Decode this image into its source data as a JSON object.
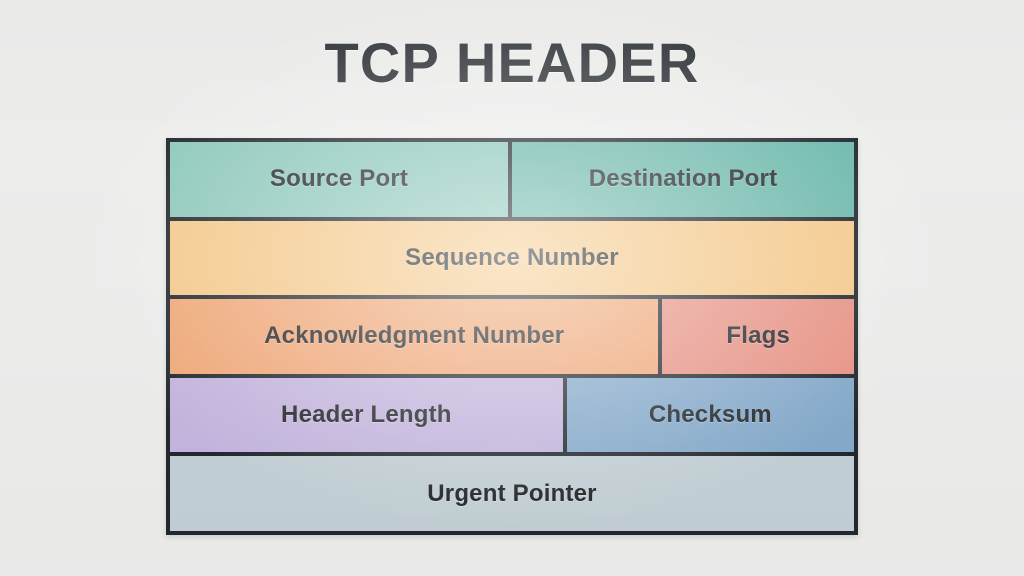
{
  "page": {
    "background_color": "#ededec",
    "title": "TCP HEADER",
    "title_color": "#33383c"
  },
  "diagram": {
    "border_color": "#22282e",
    "rows": [
      {
        "name": "ports-row",
        "cells": [
          {
            "label": "Source Port",
            "color": "#8ec8bc",
            "width_percent": 50
          },
          {
            "label": "Destination Port",
            "color": "#6db8ab",
            "width_percent": 50
          }
        ]
      },
      {
        "name": "sequence-row",
        "cells": [
          {
            "label": "Sequence Number",
            "color": "#f5c98a",
            "width_percent": 100
          }
        ]
      },
      {
        "name": "acknowledgment-row",
        "cells": [
          {
            "label": "Acknowledgment Number",
            "color": "#f0a878",
            "width_percent": 72
          },
          {
            "label": "Flags",
            "color": "#e89385",
            "width_percent": 28
          }
        ]
      },
      {
        "name": "header-length-row",
        "cells": [
          {
            "label": "Header Length",
            "color": "#c4b5de",
            "width_percent": 58
          },
          {
            "label": "Checksum",
            "color": "#85aacb",
            "width_percent": 42
          }
        ]
      },
      {
        "name": "urgent-pointer-row",
        "cells": [
          {
            "label": "Urgent Pointer",
            "color": "#c3d0d5",
            "width_percent": 100
          }
        ]
      }
    ]
  }
}
